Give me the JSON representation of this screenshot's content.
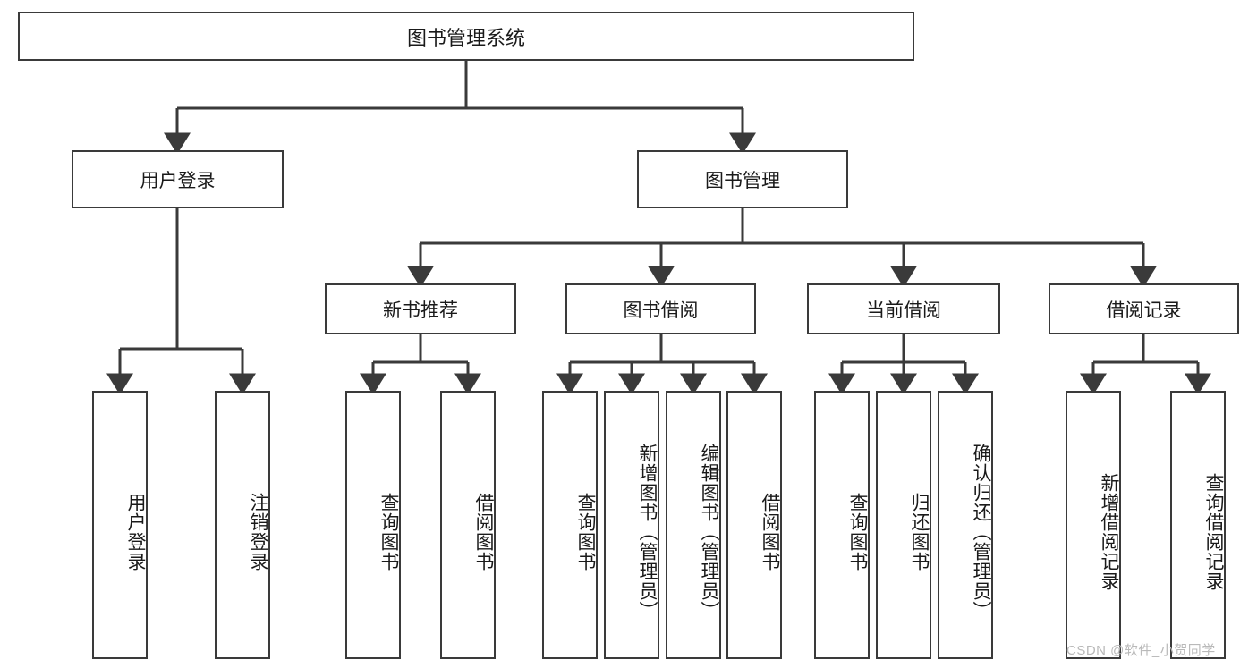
{
  "diagram": {
    "type": "tree-hierarchy",
    "title": "图书管理系统",
    "orientation": "top-down",
    "colors": {
      "box_border": "#3a3a3a",
      "box_fill": "#ffffff",
      "connector": "#3a3a3a",
      "text": "#1a1a1a",
      "watermark": "#b9b9b9"
    },
    "root": {
      "label": "图书管理系统"
    },
    "level2": [
      {
        "label": "用户登录"
      },
      {
        "label": "图书管理"
      }
    ],
    "level3": [
      {
        "label": "新书推荐"
      },
      {
        "label": "图书借阅"
      },
      {
        "label": "当前借阅"
      },
      {
        "label": "借阅记录"
      }
    ],
    "leaves": {
      "user_login": [
        {
          "label": "用户登录"
        },
        {
          "label": "注销登录"
        }
      ],
      "new_book_rec": [
        {
          "label": "查询图书"
        },
        {
          "label": "借阅图书"
        }
      ],
      "book_borrow": [
        {
          "label": "查询图书"
        },
        {
          "label": "新增图书（管理员）"
        },
        {
          "label": "编辑图书（管理员）"
        },
        {
          "label": "借阅图书"
        }
      ],
      "current_borrow": [
        {
          "label": "查询图书"
        },
        {
          "label": "归还图书"
        },
        {
          "label": "确认归还（管理员）"
        }
      ],
      "borrow_record": [
        {
          "label": "新增借阅记录"
        },
        {
          "label": "查询借阅记录"
        }
      ]
    }
  },
  "watermark": {
    "text": "CSDN @软件_小贺同学"
  }
}
